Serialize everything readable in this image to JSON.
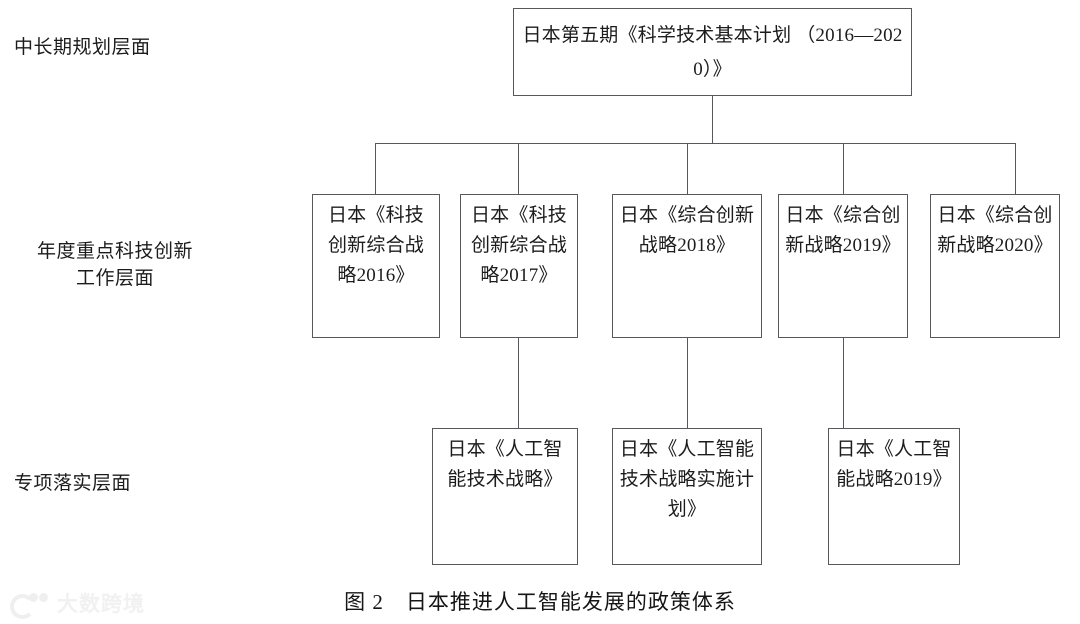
{
  "figure": {
    "caption": "图 2　日本推进人工智能发展的政策体系"
  },
  "levels": [
    {
      "id": "level-1",
      "label": "中长期规划层面"
    },
    {
      "id": "level-2",
      "label": "年度重点科技创新\n工作层面"
    },
    {
      "id": "level-3",
      "label": "专项落实层面"
    }
  ],
  "nodes": {
    "top": "日本第五期《科学技术基本计划\n（2016—2020）》",
    "middle": [
      "日本《科技创新综合战略2016》",
      "日本《科技创新综合战略2017》",
      "日本《综合创新战略2018》",
      "日本《综合创新战略2019》",
      "日本《综合创新战略2020》"
    ],
    "bottom": [
      "日本《人工智能技术战略》",
      "日本《人工智能技术战略实施计划》",
      "日本《人工智能战略2019》"
    ]
  },
  "watermark": {
    "text": "大数跨境"
  },
  "colors": {
    "line": "#55585c",
    "text": "#1c1c1c",
    "background": "#ffffff",
    "watermark": "#e6e6e6"
  }
}
